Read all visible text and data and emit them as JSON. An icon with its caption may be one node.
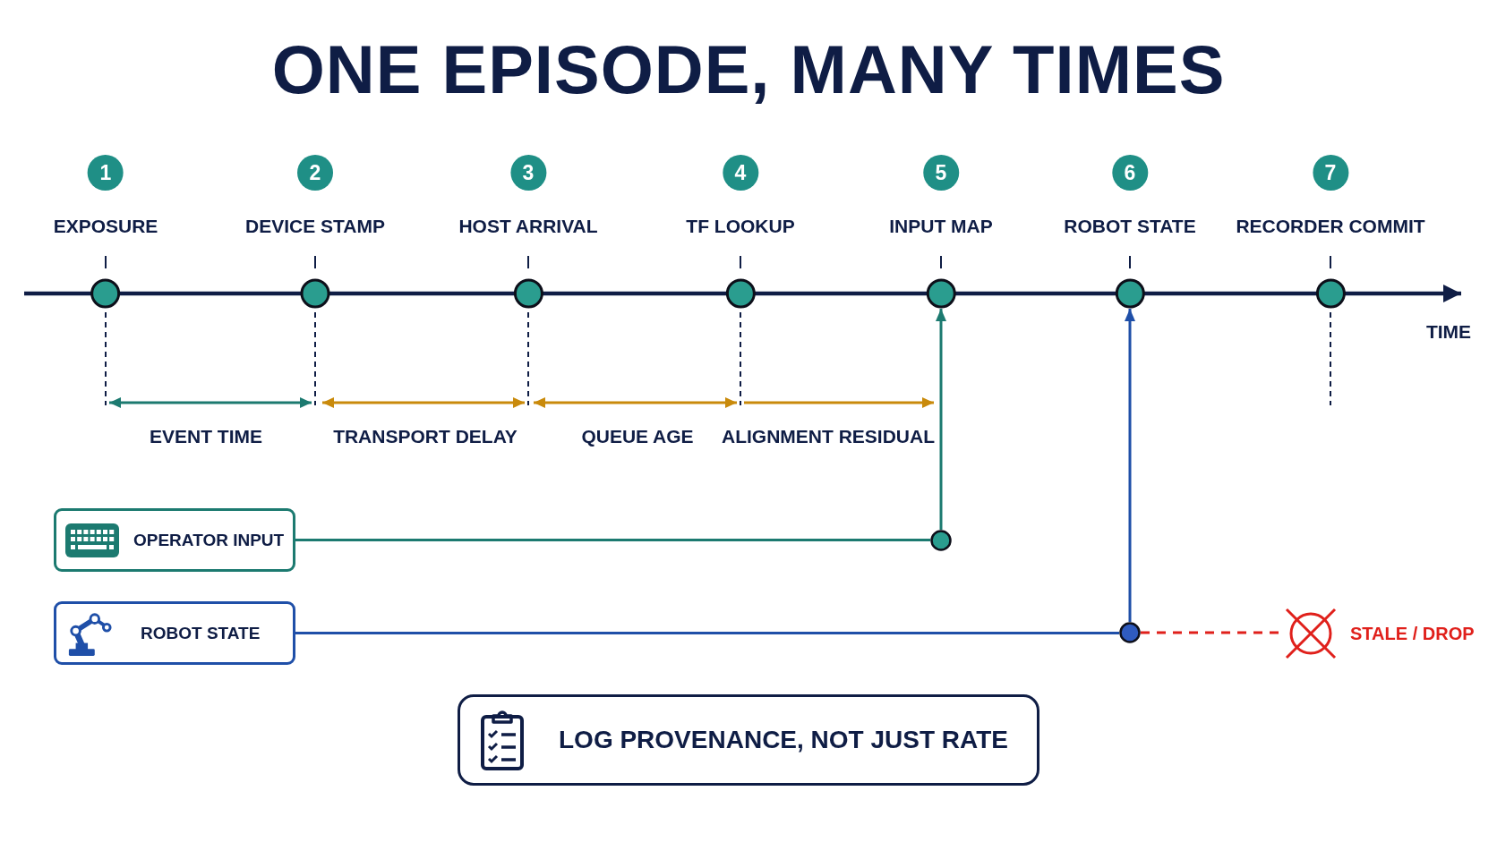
{
  "diagram": {
    "title": "ONE EPISODE, MANY TIMES",
    "nodes": [
      {
        "text": [
          "1",
          "EXPOSURE"
        ]
      },
      {
        "text": [
          "2",
          "DEVICE STAMP"
        ]
      },
      {
        "text": [
          "3",
          "HOST ARRIVAL"
        ]
      },
      {
        "text": [
          "4",
          "TF LOOKUP"
        ]
      },
      {
        "text": [
          "5",
          "INPUT MAP"
        ]
      },
      {
        "text": [
          "6",
          "ROBOT STATE"
        ]
      },
      {
        "text": [
          "7",
          "RECORDER COMMIT"
        ]
      },
      {
        "text": [
          "OPERATOR INPUT"
        ]
      },
      {
        "text": [],
        "shape": "circle"
      },
      {
        "text": [
          "ROBOT STATE"
        ]
      },
      {
        "text": [],
        "shape": "circle"
      },
      {
        "text": [],
        "shape": "circle",
        "beside": [
          "STALE / DROP"
        ]
      },
      {
        "text": [
          "LOG PROVENANCE, NOT JUST RATE"
        ]
      }
    ],
    "edges": [
      {
        "from": 7,
        "to": 8,
        "arrow": "none",
        "color": "#1c7a70"
      },
      {
        "from": 8,
        "to": 4,
        "arrow": "to",
        "color": "#1c7a70"
      },
      {
        "from": 9,
        "to": 10,
        "arrow": "none",
        "color": "#1f4fa8"
      },
      {
        "from": 10,
        "to": 5,
        "arrow": "to",
        "color": "#1f4fa8"
      },
      {
        "from": 10,
        "to": 11,
        "arrow": "none",
        "style": "dashed",
        "color": "#e0201b"
      }
    ],
    "labels": [
      "TIME",
      "EVENT TIME",
      "TRANSPORT DELAY",
      "QUEUE AGE",
      "ALIGNMENT RESIDUAL"
    ]
  }
}
